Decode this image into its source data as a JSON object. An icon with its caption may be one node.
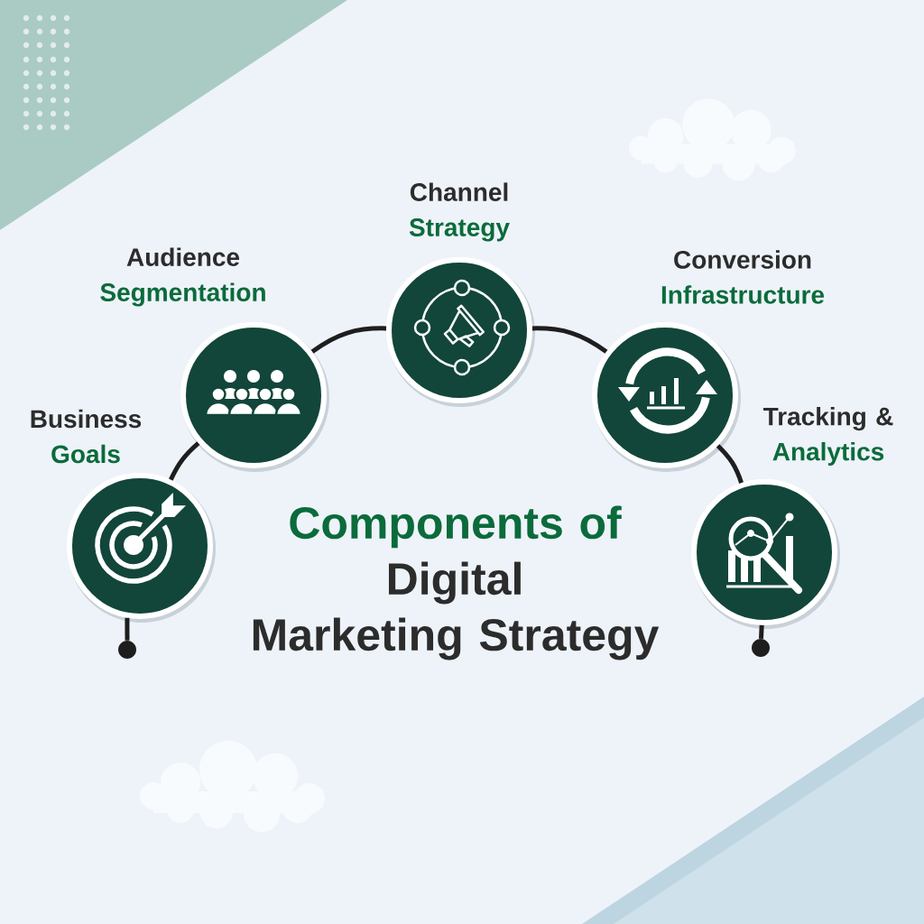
{
  "diagram": {
    "title": "Components of Digital Marketing Strategy",
    "nodes": [
      {
        "text": [
          "Business Goals"
        ]
      },
      {
        "text": [
          "Audience Segmentation"
        ]
      },
      {
        "text": [
          "Channel Strategy"
        ]
      },
      {
        "text": [
          "Conversion Infrastructure"
        ]
      },
      {
        "text": [
          "Tracking & Analytics"
        ]
      },
      {
        "text": [],
        "shape": "circle"
      },
      {
        "text": [],
        "shape": "circle"
      }
    ],
    "edges": [
      {
        "from": 5,
        "to": 0,
        "arrow": "none"
      },
      {
        "from": 0,
        "to": 1,
        "arrow": "none"
      },
      {
        "from": 1,
        "to": 2,
        "arrow": "none"
      },
      {
        "from": 2,
        "to": 3,
        "arrow": "none"
      },
      {
        "from": 3,
        "to": 4,
        "arrow": "none"
      },
      {
        "from": 4,
        "to": 6,
        "arrow": "none"
      }
    ]
  }
}
